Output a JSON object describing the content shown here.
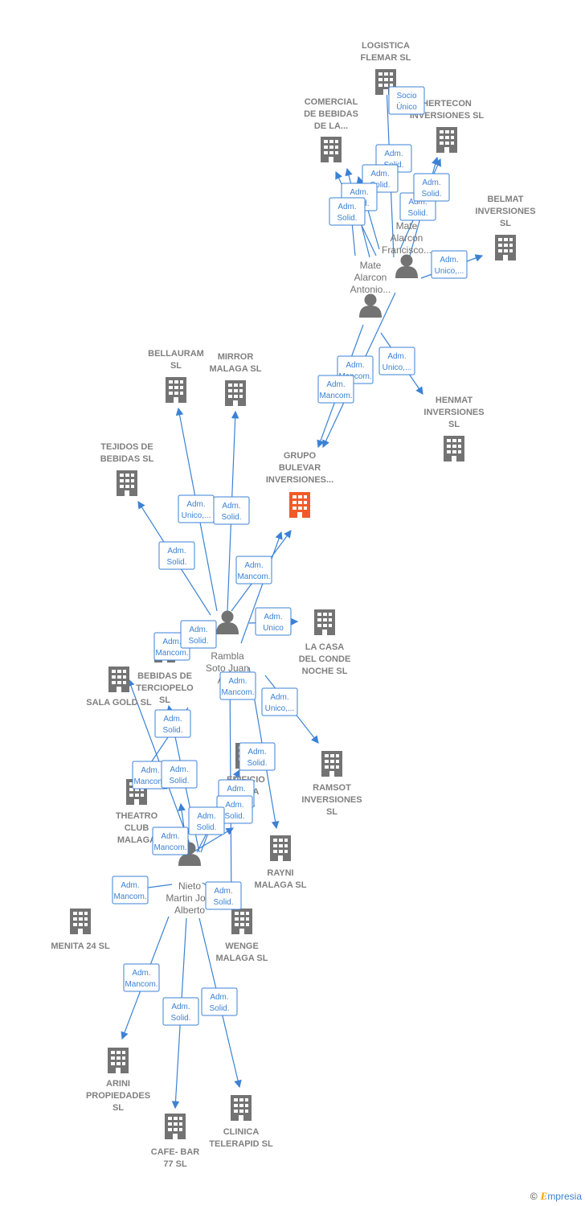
{
  "colors": {
    "edge": "#3b82d4",
    "building": "#737373",
    "focus": "#f05a28",
    "person": "#737373"
  },
  "companies": [
    {
      "id": "logistica",
      "label": [
        "LOGISTICA",
        "FLEMAR SL"
      ],
      "focus": false
    },
    {
      "id": "comercial",
      "label": [
        "COMERCIAL",
        "DE BEBIDAS",
        "DE LA..."
      ],
      "focus": false
    },
    {
      "id": "hertecon",
      "label": [
        "HERTECON",
        "INVERSIONES SL"
      ],
      "focus": false
    },
    {
      "id": "belmat",
      "label": [
        "BELMAT",
        "INVERSIONES",
        "SL"
      ],
      "focus": false
    },
    {
      "id": "henmat",
      "label": [
        "HENMAT",
        "INVERSIONES",
        "SL"
      ],
      "focus": false
    },
    {
      "id": "bellauram",
      "label": [
        "BELLAURAM",
        "SL"
      ],
      "focus": false
    },
    {
      "id": "mirror",
      "label": [
        "MIRROR",
        "MALAGA SL"
      ],
      "focus": false
    },
    {
      "id": "tejidos",
      "label": [
        "TEJIDOS DE",
        "BEBIDAS SL"
      ],
      "focus": false
    },
    {
      "id": "grupo",
      "label": [
        "GRUPO",
        "BULEVAR",
        "INVERSIONES..."
      ],
      "focus": true
    },
    {
      "id": "lacasa",
      "label": [
        "LA CASA",
        "DEL CONDE",
        "NOCHE SL"
      ],
      "focus": false
    },
    {
      "id": "salagold",
      "label": [
        "SALA GOLD SL"
      ],
      "focus": false
    },
    {
      "id": "bebidasterc",
      "label": [
        "BEBIDAS DE",
        "TERCIOPELO",
        "SL"
      ],
      "focus": false
    },
    {
      "id": "ramsot",
      "label": [
        "RAMSOT",
        "INVERSIONES",
        "SL"
      ],
      "focus": false
    },
    {
      "id": "theatro",
      "label": [
        "THEATRO",
        "CLUB",
        "MALAGA"
      ],
      "focus": false
    },
    {
      "id": "edificio",
      "label": [
        "EDIFICIO",
        "...ADA",
        "...SL"
      ],
      "focus": false
    },
    {
      "id": "rayni",
      "label": [
        "RAYNI",
        "MALAGA SL"
      ],
      "focus": false
    },
    {
      "id": "menita",
      "label": [
        "MENITA 24 SL"
      ],
      "focus": false
    },
    {
      "id": "wenge",
      "label": [
        "WENGE",
        "MALAGA SL"
      ],
      "focus": false
    },
    {
      "id": "arini",
      "label": [
        "ARINI",
        "PROPIEDADES",
        "SL"
      ],
      "focus": false
    },
    {
      "id": "cafebar",
      "label": [
        "CAFE- BAR",
        "77 SL"
      ],
      "focus": false
    },
    {
      "id": "clinica",
      "label": [
        "CLINICA",
        "TELERAPID SL"
      ],
      "focus": false
    }
  ],
  "persons": [
    {
      "id": "francisco",
      "label": [
        "Mate",
        "Alarcon",
        "Francisco..."
      ]
    },
    {
      "id": "antonio",
      "label": [
        "Mate",
        "Alarcon",
        "Antonio..."
      ]
    },
    {
      "id": "rambla",
      "label": [
        "Rambla",
        "Soto Juan",
        "An..."
      ]
    },
    {
      "id": "nieto",
      "label": [
        "Nieto",
        "Martin Jo...",
        "Alberto"
      ]
    }
  ],
  "edges": [
    {
      "id": "e1",
      "label": [
        "Socio",
        "Único"
      ]
    },
    {
      "id": "e2",
      "label": [
        "Adm.",
        "Solid."
      ]
    },
    {
      "id": "e3",
      "label": [
        "Adm.",
        "Solid."
      ]
    },
    {
      "id": "e4",
      "label": [
        "Adm.",
        "Solid."
      ]
    },
    {
      "id": "e5",
      "label": [
        "Adm.",
        "Solid."
      ]
    },
    {
      "id": "e6",
      "label": [
        "Adm.",
        "Solid."
      ]
    },
    {
      "id": "e7",
      "label": [
        "Adm.",
        "Solid."
      ]
    },
    {
      "id": "e8",
      "label": [
        "Adm.",
        "Unico,..."
      ]
    },
    {
      "id": "e9",
      "label": [
        "Adm.",
        "Unico,..."
      ]
    },
    {
      "id": "e10",
      "label": [
        "Adm.",
        "Mancom."
      ]
    },
    {
      "id": "e11",
      "label": [
        "Adm.",
        "Mancom."
      ]
    },
    {
      "id": "e12",
      "label": [
        "Adm.",
        "Unico,..."
      ]
    },
    {
      "id": "e13",
      "label": [
        "Adm.",
        "Solid."
      ]
    },
    {
      "id": "e14",
      "label": [
        "Adm.",
        "Solid."
      ]
    },
    {
      "id": "e15",
      "label": [
        "Adm.",
        "Mancom."
      ]
    },
    {
      "id": "e16",
      "label": [
        "Adm.",
        "Unico"
      ]
    },
    {
      "id": "e17",
      "label": [
        "Adm.",
        "Mancom."
      ]
    },
    {
      "id": "e18",
      "label": [
        "Adm.",
        "Solid."
      ]
    },
    {
      "id": "e19",
      "label": [
        "Adm.",
        "Mancom."
      ]
    },
    {
      "id": "e20",
      "label": [
        "Adm.",
        "Unico,..."
      ]
    },
    {
      "id": "e21",
      "label": [
        "Adm.",
        "Solid."
      ]
    },
    {
      "id": "e22",
      "label": [
        "Adm.",
        "Solid."
      ]
    },
    {
      "id": "e23",
      "label": [
        "Adm.",
        "Mancom."
      ]
    },
    {
      "id": "e24",
      "label": [
        "Adm.",
        "Solid."
      ]
    },
    {
      "id": "e25",
      "label": [
        "Adm.",
        "Solid."
      ]
    },
    {
      "id": "e26",
      "label": [
        "Adm.",
        "Mancom."
      ]
    },
    {
      "id": "e27",
      "label": [
        "Adm.",
        "Solid."
      ]
    },
    {
      "id": "e28",
      "label": [
        "Adm.",
        "Solid."
      ]
    },
    {
      "id": "e29",
      "label": [
        "Adm.",
        "Mancom."
      ]
    },
    {
      "id": "e30",
      "label": [
        "Adm.",
        "Solid."
      ]
    },
    {
      "id": "e31",
      "label": [
        "Adm.",
        "Mancom."
      ]
    },
    {
      "id": "e32",
      "label": [
        "Adm.",
        "Solid."
      ]
    },
    {
      "id": "e33",
      "label": [
        "Adm.",
        "Solid."
      ]
    }
  ],
  "footer": {
    "copyright": "©",
    "brand_initial": "E",
    "brand_rest": "mpresia"
  }
}
